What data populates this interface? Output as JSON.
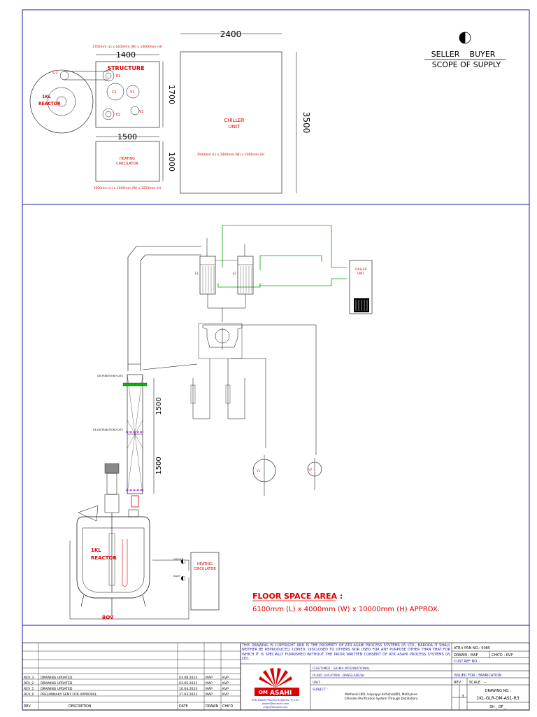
{
  "top_layout": {
    "structure_dims": "1700mm (L) x 1400mm (W) x 10000mm (H)",
    "structure_width": "1400",
    "structure_height": "1700",
    "structure_label": "STRUCTURE",
    "reactor_label_1": "1KL",
    "reactor_label_2": "REACTOR",
    "c1": "C1",
    "e1": "E1",
    "e2": "E2",
    "v1": "V1",
    "v2": "V2",
    "c2": "C2",
    "heating_width": "1500",
    "heating_height": "1000",
    "heating_label_1": "HEATING",
    "heating_label_2": "CIRCULATOR",
    "heating_dims": "1500mm (L) x 1000mm (W) x 1250mm (H)",
    "chiller_width": "2400",
    "chiller_height": "3500",
    "chiller_label_1": "CHILLER",
    "chiller_label_2": "UNIT",
    "chiller_dims": "3500mm (L) x 2400mm (W) x 2000mm (H)"
  },
  "legend": {
    "seller": "SELLER",
    "buyer": "BUYER",
    "scope": "SCOPE OF SUPPLY"
  },
  "process": {
    "distribution_plate": "DISTRIBUTION PLATE",
    "redistribution_plate": "RE-DISTRIBUTION PLATE",
    "dim_1500_a": "1500",
    "dim_1500_b": "1500",
    "reactor_1": "1KL",
    "reactor_2": "REACTOR",
    "heating_1": "HEATING",
    "heating_2": "CIRCULATOR",
    "chiller_1": "CHILLER",
    "chiller_2": "UNIT",
    "bov": "BOV",
    "outlet": "OUTLET",
    "inlet": "INLET",
    "e1": "E1",
    "e2": "E2",
    "v1": "V1",
    "v2": "V2"
  },
  "floor_space": {
    "title": "FLOOR SPACE AREA :",
    "dims": "6100mm (L) x 4000mm (W) x 10000mm (H) APPROX."
  },
  "title_block": {
    "copyright": "THIS DRAWING IS COPYRIGHT AND IS THE PROPERTY OF ATR ASAHI PROCESS SYSTEMS (P) LTD., BARODA IT SHALL NEITHER BE REPRODUCED, COPIED, DISCLOSED TO OTHERS NOR USED FOR ANY PURPOSE OTHER THAN THAT FOR WHICH IT IS SPECIALLY FURNISHED WITHOUT THE PRIOR WRITTEN CONSENT OF ATR ASAHI PROCESS SYSTEMS (P) LTD.",
    "customer": "CUSTOMER : SIGMA INTERNATIONAL",
    "plant_location": "PLANT LOCATION : BANGLADESH",
    "unit": "UNIT :",
    "subject": "SUBJECT :",
    "subject_text_1": "Methanol (BP), Isopropyl Alchohol(BP), Methylene",
    "subject_text_2": "Chloride (Purification System Through Distillation)",
    "prn": "ATR's PRN NO.: 5085",
    "drawn": "DRAWN : MAP",
    "chkd": "CHK'D : KVP",
    "cust_ref": "CUST.REF NO. :",
    "issued_for": "ISSUED FOR : FABRICATION",
    "rev": "REV.",
    "scale": "SCALE : --",
    "drawing_no_label": "DRAWING NO.:",
    "drawing_no": "1KL-GLR-DM-AS1-R3",
    "sheet": "SH _ OF _",
    "rev_digit": "3",
    "company_name": "ATR ASAHI Process Systems (P) Ltd.",
    "company_email": "project@atrasahi.com",
    "company_email2": "enqy@atrasahi.com",
    "logo_text": "ASAHI",
    "logo_prefix": "OM"
  },
  "revisions": {
    "headers": [
      "REV.",
      "DESCRIPTION",
      "DATE",
      "DRAWN",
      "CHK'D"
    ],
    "rows": [
      [
        "REV_3",
        "DRAWING UPDATED",
        "03.08.2023",
        "MAP",
        "KVP"
      ],
      [
        "REV_2",
        "DRAWING UPDATED",
        "03.05.2023",
        "MAP",
        "KVP"
      ],
      [
        "REV_1",
        "DRAWING UPDATED",
        "10.04.2023",
        "MAP",
        "KVP"
      ],
      [
        "REV_0",
        "PRELIMINARY SENT FOR APPROVAL",
        "27.03.2023",
        "MAP",
        "KVP"
      ]
    ]
  }
}
